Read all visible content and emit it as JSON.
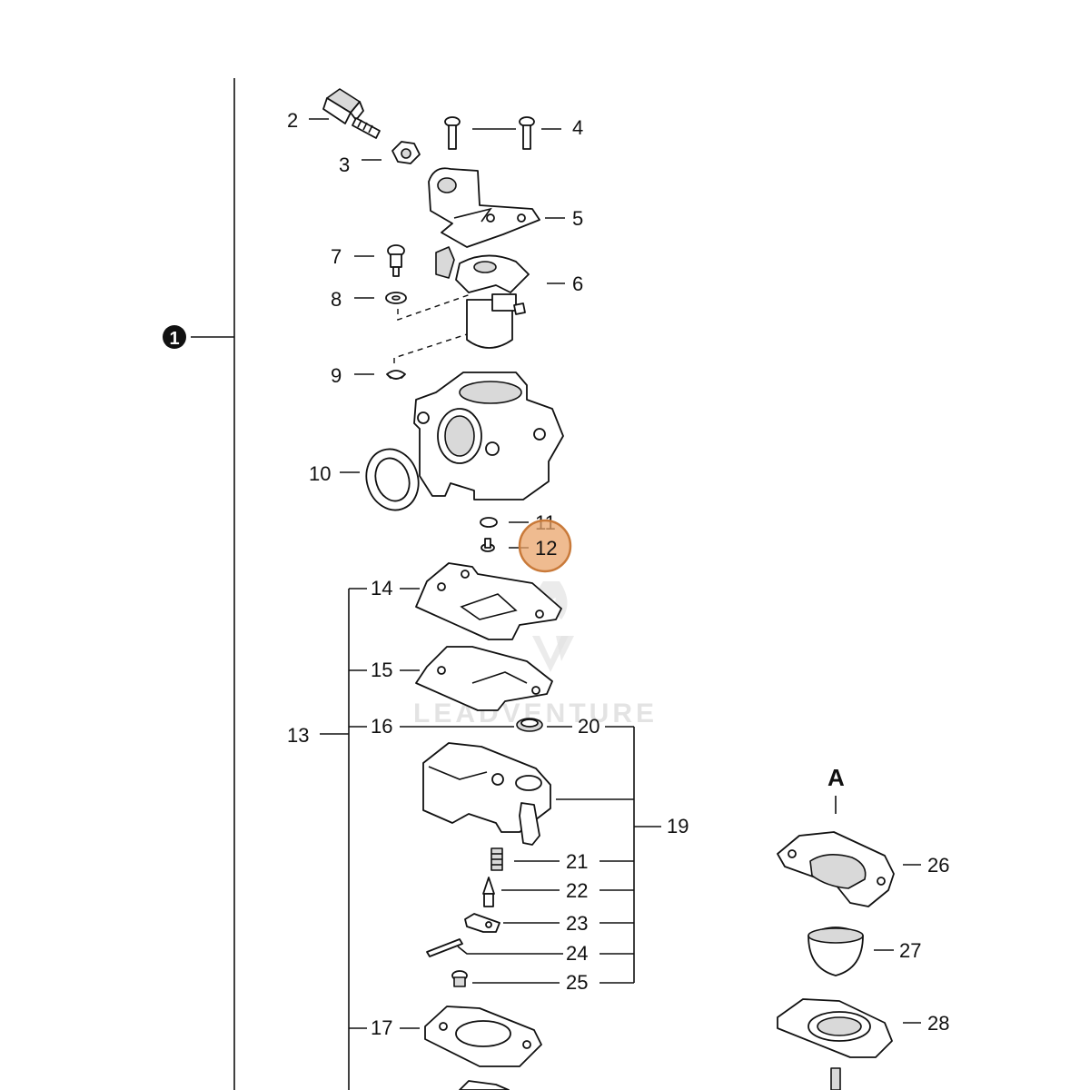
{
  "diagram": {
    "assembly_marker": "1",
    "section_marker": "A",
    "watermark": "LEADVENTURE",
    "highlight_color": "#e9a46b",
    "highlighted_callout": "12",
    "callouts": [
      "2",
      "3",
      "4",
      "5",
      "6",
      "7",
      "8",
      "9",
      "10",
      "11",
      "12",
      "13",
      "14",
      "15",
      "16",
      "17",
      "19",
      "20",
      "21",
      "22",
      "23",
      "24",
      "25",
      "26",
      "27",
      "28"
    ]
  }
}
